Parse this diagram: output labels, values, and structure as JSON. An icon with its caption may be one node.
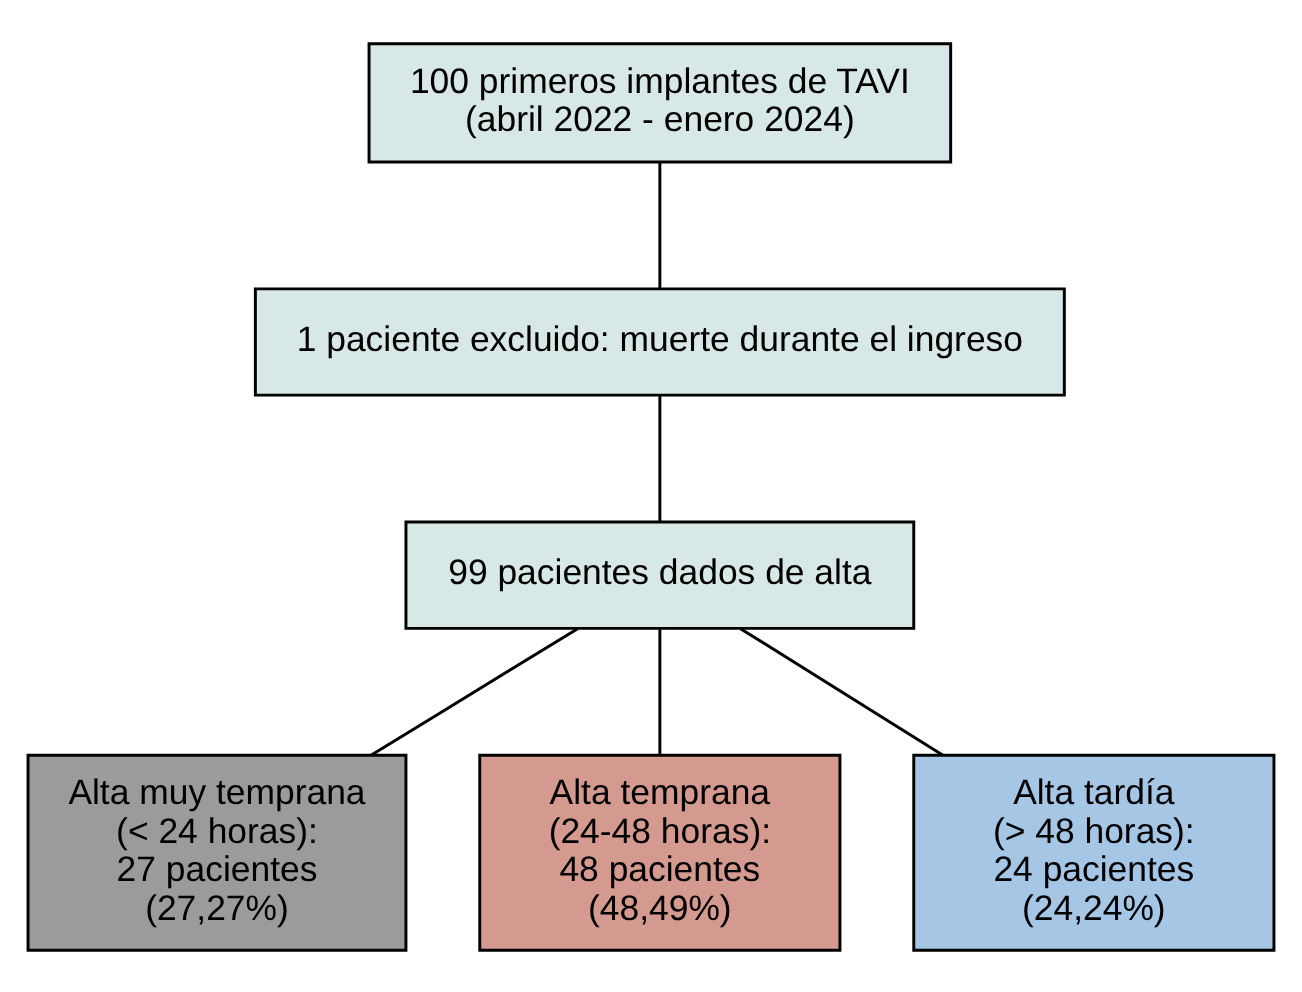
{
  "diagram": {
    "nodes": [
      {
        "text": [
          "100 primeros implantes de TAVI (abril 2022 - enero 2024)"
        ]
      },
      {
        "text": [
          "1 paciente excluido: muerte durante el ingreso"
        ]
      },
      {
        "text": [
          "99 pacientes dados de alta"
        ]
      },
      {
        "text": [
          "Alta muy temprana (< 24 horas):",
          "27 pacientes (27,27%)"
        ]
      },
      {
        "text": [
          "Alta temprana (24-48 horas):",
          "48 pacientes (48,49%)"
        ]
      },
      {
        "text": [
          "Alta tardía (> 48 horas):",
          "24 pacientes (24,24%)"
        ]
      }
    ],
    "edges": [
      {
        "from": 0,
        "to": 1,
        "arrow": "none"
      },
      {
        "from": 1,
        "to": 2,
        "arrow": "none"
      },
      {
        "from": 2,
        "to": 3,
        "arrow": "none"
      },
      {
        "from": 2,
        "to": 4,
        "arrow": "none"
      },
      {
        "from": 2,
        "to": 5,
        "arrow": "none"
      }
    ]
  }
}
